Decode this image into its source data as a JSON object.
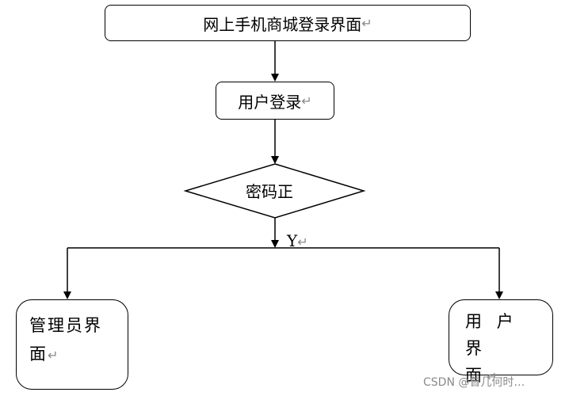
{
  "nodes": {
    "title": "网上手机商城登录界面",
    "login": "用户登录",
    "decision": "密码正",
    "admin_line1": "管理员界",
    "admin_line2": "面",
    "user_line1": "用 户 界",
    "user_line2": "面"
  },
  "edges": {
    "yes_label": "Y"
  },
  "return_mark": "↵",
  "watermark": "CSDN @曾几何时…"
}
